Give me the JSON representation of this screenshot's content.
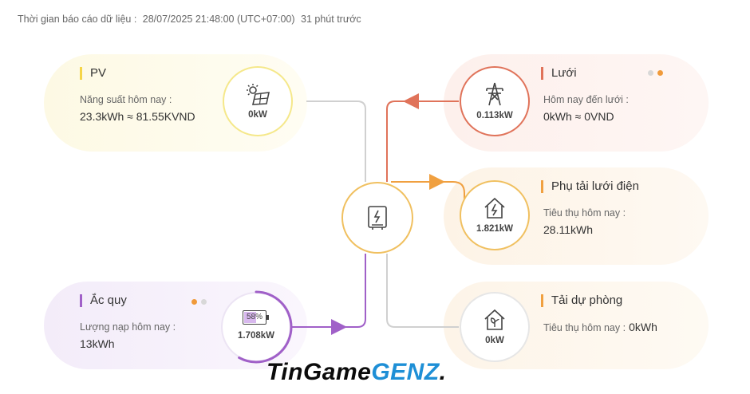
{
  "header": {
    "label": "Thời gian báo cáo dữ liệu :",
    "timestamp": "28/07/2025 21:48:00 (UTC+07:00)",
    "ago": "31 phút trước"
  },
  "colors": {
    "pv": "#f5d547",
    "grid": "#e0735a",
    "load": "#f0a040",
    "battery": "#a060c8",
    "line_gray": "#d0d0d0"
  },
  "pv": {
    "title": "PV",
    "label": "Năng suất hôm nay :",
    "value": "23.3kWh ≈ 81.55KVND",
    "power": "0kW",
    "icon": "solar-panel-sun-icon"
  },
  "grid": {
    "title": "Lưới",
    "label": "Hôm nay đến lưới :",
    "value": "0kWh ≈ 0VND",
    "power": "0.113kW",
    "icon": "power-tower-icon"
  },
  "load": {
    "title": "Phụ tải lưới điện",
    "label": "Tiêu thụ hôm nay :",
    "value": "28.11kWh",
    "power": "1.821kW",
    "icon": "house-bolt-icon"
  },
  "backup": {
    "title": "Tải dự phòng",
    "label": "Tiêu thụ hôm nay :",
    "value": "0kWh",
    "power": "0kW",
    "icon": "house-leaf-icon"
  },
  "battery": {
    "title": "Ắc quy",
    "label": "Lượng nạp hôm nay :",
    "value": "13kWh",
    "power": "1.708kW",
    "soc": "58%",
    "soc_fraction": 0.58,
    "icon": "battery-icon"
  },
  "inverter": {
    "icon": "inverter-icon"
  },
  "watermark": {
    "part1": "TinGame",
    "part2": "GENZ",
    "part3": "."
  }
}
